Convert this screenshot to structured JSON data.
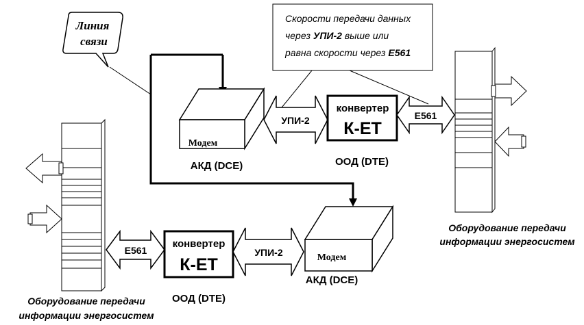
{
  "callout_speed": {
    "line1": "Скорости передачи данных",
    "line2a": "через ",
    "line2b": "УПИ-2",
    "line2c": " выше или",
    "line3a": "равна скорости через ",
    "line3b": "Е561"
  },
  "callout_line": {
    "line1": "Линия",
    "line2": "связи"
  },
  "top_row": {
    "modem_text": "Модем",
    "modem_caption": "АКД (DCE)",
    "interface_upi": "УПИ-2",
    "converter_title": "конвертер",
    "converter_name": "К-ЕТ",
    "converter_caption": "ООД (DTE)",
    "interface_e561": "Е561"
  },
  "bottom_row": {
    "interface_e561": "Е561",
    "converter_title": "конвертер",
    "converter_name": "К-ЕТ",
    "converter_caption": "ООД (DTE)",
    "interface_upi": "УПИ-2",
    "modem_text": "Модем",
    "modem_caption": "АКД (DCE)"
  },
  "equipment_right": {
    "line1": "Оборудование передачи",
    "line2": "информации энергосистем"
  },
  "equipment_left": {
    "line1": "Оборудование передачи",
    "line2": "информации энергосистем"
  }
}
